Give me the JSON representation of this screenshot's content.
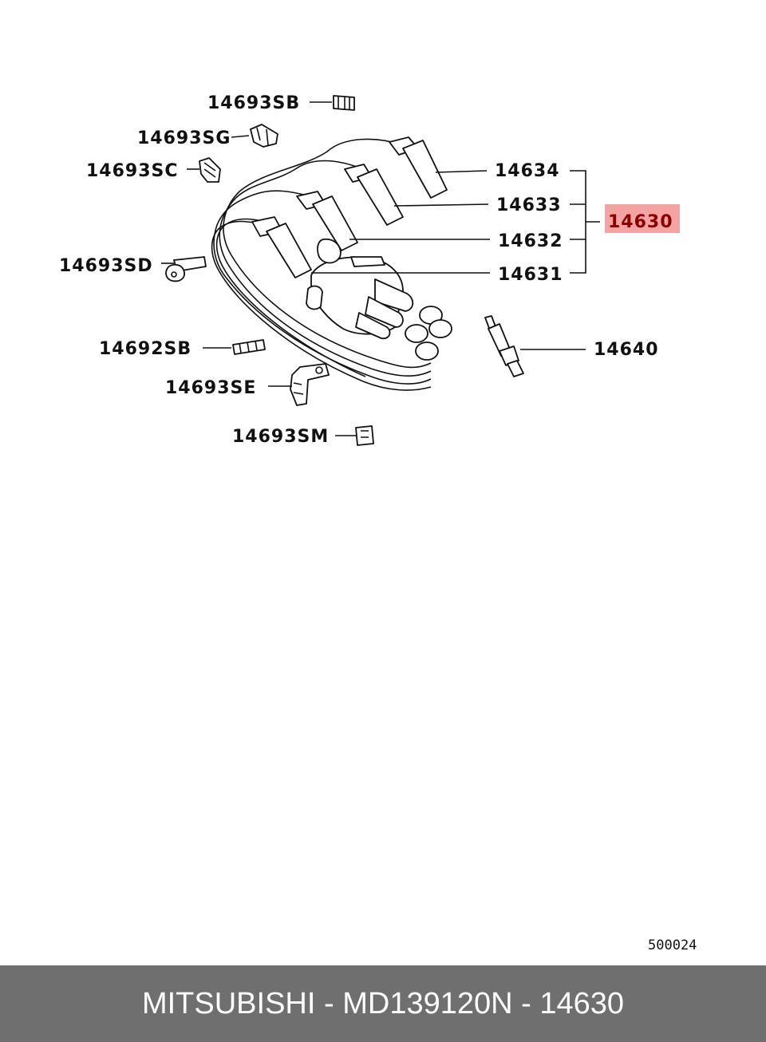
{
  "labels": {
    "sb": "14693SB",
    "sg": "14693SG",
    "sc": "14693SC",
    "sd": "14693SD",
    "p92sb": "14692SB",
    "se": "14693SE",
    "sm": "14693SM",
    "c4": "14634",
    "c3": "14633",
    "c2": "14632",
    "c1": "14631",
    "assembly": "14630",
    "plug": "14640"
  },
  "figure_code": "500024",
  "highlight_color": "#f4a3a3",
  "footer": {
    "brand": "MITSUBISHI",
    "part_number": "MD139120",
    "ref": "N - 14630"
  }
}
